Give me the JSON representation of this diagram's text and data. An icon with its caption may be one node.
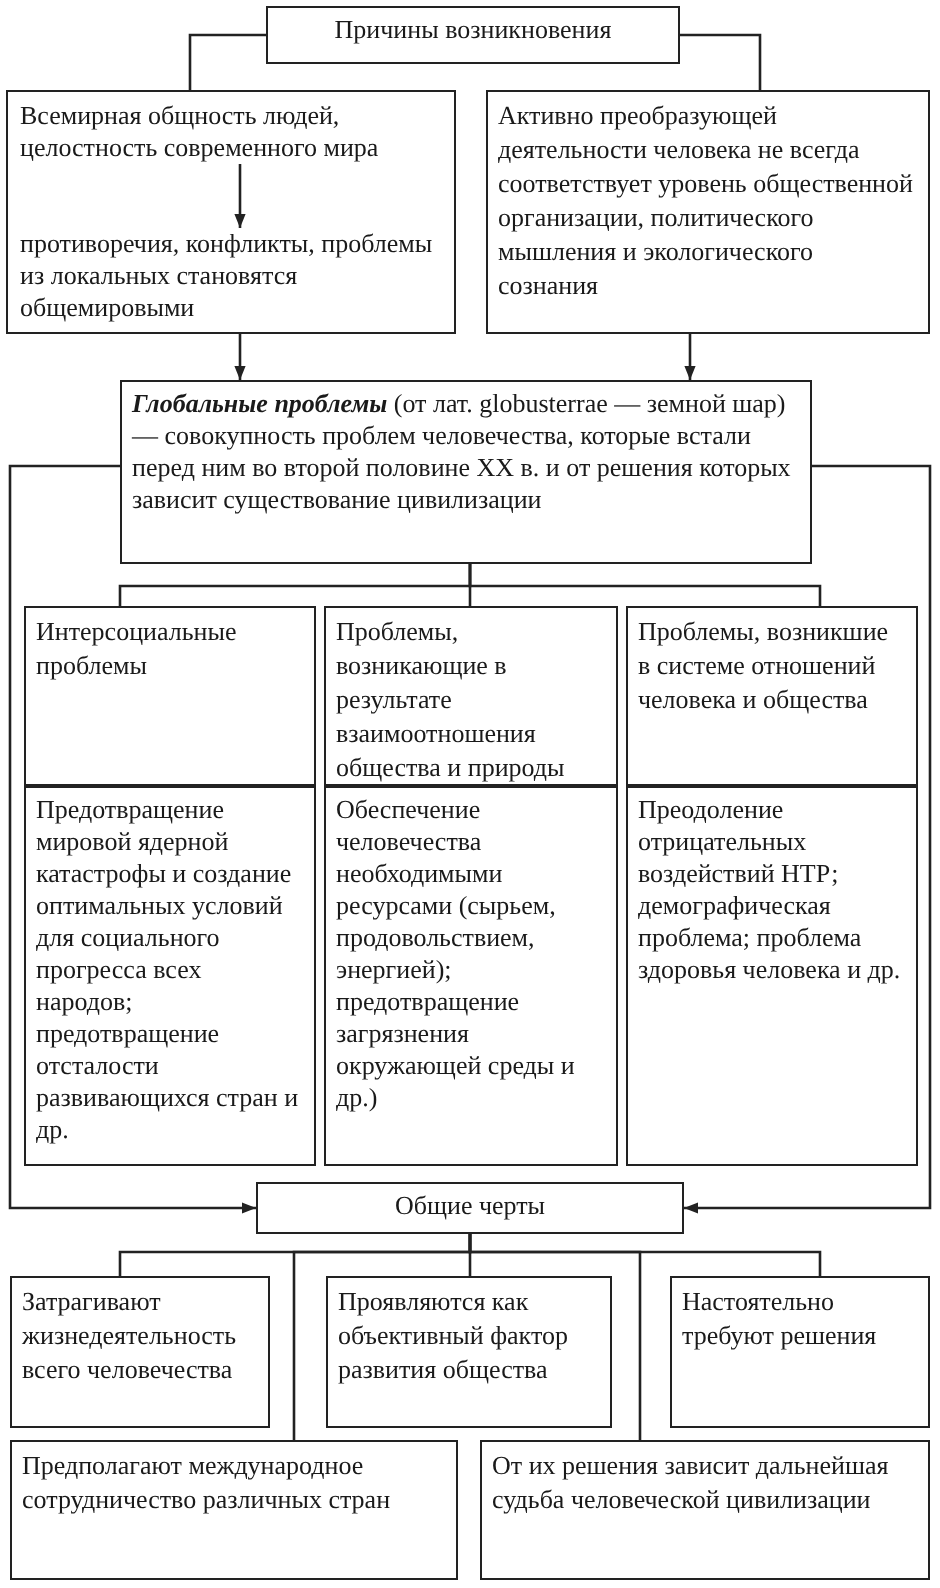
{
  "diagram": {
    "nodes": [
      {
        "text": [
          "Причины возникновения"
        ]
      },
      {
        "text": [],
        "shape": "box"
      },
      {
        "text": [
          "Всемирная общность людей, целостность современного мира"
        ],
        "in": 1
      },
      {
        "text": [
          "противоречия, конфликты, проблемы из локальных становятся общемировыми"
        ],
        "in": 1
      },
      {
        "text": [
          "Активно преобразующей деятельности человека не всегда соответствует уровень общественной организации, политического мышления и экологического сознания"
        ]
      },
      {
        "text": [
          "**Глобальные проблемы** (от лат. globusterrae — земной шар) — совокупность проблем человечества, которые встали перед ним во второй половине XX в. и от решения которых зависит существование цивилизации"
        ]
      },
      {
        "text": [
          "Интерсоциальные проблемы"
        ]
      },
      {
        "text": [
          "Проблемы, возникающие в результате взаимоотношения общества и природы"
        ]
      },
      {
        "text": [
          "Проблемы, возникшие в системе отношений человека и общества"
        ]
      },
      {
        "text": [
          "Предотвращение мировой ядерной катастрофы и создание оптимальных условий для социального прогресса всех народов; предотвращение отсталости развивающихся стран и др."
        ]
      },
      {
        "text": [
          "Обеспечение человечества необходимыми ресурсами (сырьем, продовольствием, энергией); предотвращение загрязнения окружающей среды и др.)"
        ]
      },
      {
        "text": [
          "Преодоление отрицательных воздействий НТР; демографическая проблема; проблема здоровья человека и др."
        ]
      },
      {
        "text": [
          "Общие черты"
        ]
      },
      {
        "text": [
          "Затрагивают жизнедеятельность всего человечества"
        ]
      },
      {
        "text": [
          "Проявляются как объективный фактор развития общества"
        ]
      },
      {
        "text": [
          "Настоятельно требуют решения"
        ]
      },
      {
        "text": [
          "Предполагают международное сотрудничество различных стран"
        ]
      },
      {
        "text": [
          "От их решения зависит дальнейшая судьба человеческой цивилизации"
        ]
      }
    ],
    "edges": [
      {
        "from": 0,
        "to": 1,
        "arrow": "none"
      },
      {
        "from": 0,
        "to": 4,
        "arrow": "none"
      },
      {
        "from": 2,
        "to": 3,
        "arrow": "to"
      },
      {
        "from": 1,
        "to": 5,
        "arrow": "to"
      },
      {
        "from": 4,
        "to": 5,
        "arrow": "to"
      },
      {
        "from": 5,
        "to": 6,
        "arrow": "none"
      },
      {
        "from": 5,
        "to": 7,
        "arrow": "none"
      },
      {
        "from": 5,
        "to": 8,
        "arrow": "none"
      },
      {
        "from": 5,
        "to": 12,
        "arrow": "to"
      },
      {
        "from": 5,
        "to": 12,
        "arrow": "to"
      },
      {
        "from": 12,
        "to": 13,
        "arrow": "none"
      },
      {
        "from": 12,
        "to": 14,
        "arrow": "none"
      },
      {
        "from": 12,
        "to": 15,
        "arrow": "none"
      },
      {
        "from": 12,
        "to": 16,
        "arrow": "none"
      },
      {
        "from": 12,
        "to": 17,
        "arrow": "none"
      }
    ]
  }
}
